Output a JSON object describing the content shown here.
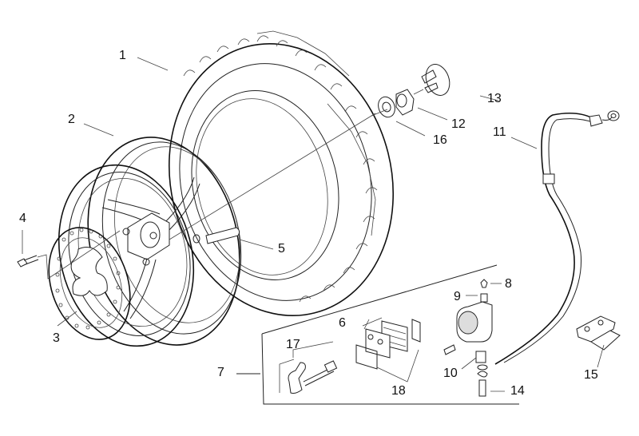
{
  "diagram": {
    "title": "Front wheel exploded parts diagram",
    "callouts": [
      {
        "id": "1",
        "part": "tyre"
      },
      {
        "id": "2",
        "part": "wheel-rim"
      },
      {
        "id": "3",
        "part": "brake-disc"
      },
      {
        "id": "4",
        "part": "disc-bolt"
      },
      {
        "id": "5",
        "part": "valve"
      },
      {
        "id": "6",
        "part": "brake-pads"
      },
      {
        "id": "7",
        "part": "brake-caliper-kit"
      },
      {
        "id": "8",
        "part": "bleed-cap"
      },
      {
        "id": "9",
        "part": "bleed-screw"
      },
      {
        "id": "10",
        "part": "washer"
      },
      {
        "id": "11",
        "part": "brake-hose"
      },
      {
        "id": "12",
        "part": "axle-nut"
      },
      {
        "id": "13",
        "part": "hub-cap"
      },
      {
        "id": "14",
        "part": "banjo-bolt"
      },
      {
        "id": "15",
        "part": "hose-clip"
      },
      {
        "id": "16",
        "part": "spacer-washer"
      },
      {
        "id": "17",
        "part": "pad-pin-clip"
      },
      {
        "id": "18",
        "part": "pad-spring"
      }
    ]
  }
}
